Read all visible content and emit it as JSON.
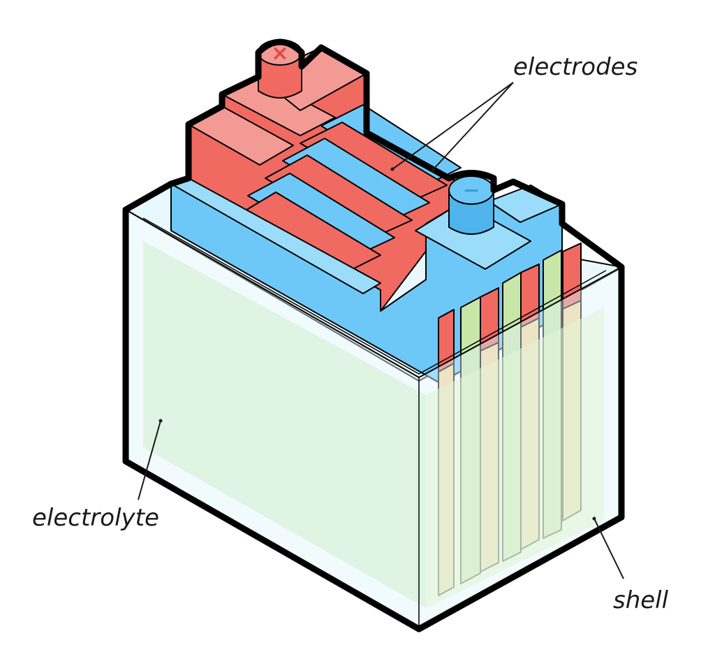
{
  "labels": {
    "electrodes": "electrodes",
    "electrolyte": "electrolyte",
    "shell": "shell"
  },
  "terminals": {
    "positive_symbol": "×",
    "negative_symbol": "−"
  },
  "colors": {
    "positive_electrode": "#f06a62",
    "positive_electrode_light": "#f39a94",
    "negative_electrode": "#6ec8f7",
    "negative_electrode_light": "#9bdcfb",
    "electrolyte": "#d9f2c4",
    "shell": "#dff5fb",
    "outline": "#000000"
  }
}
